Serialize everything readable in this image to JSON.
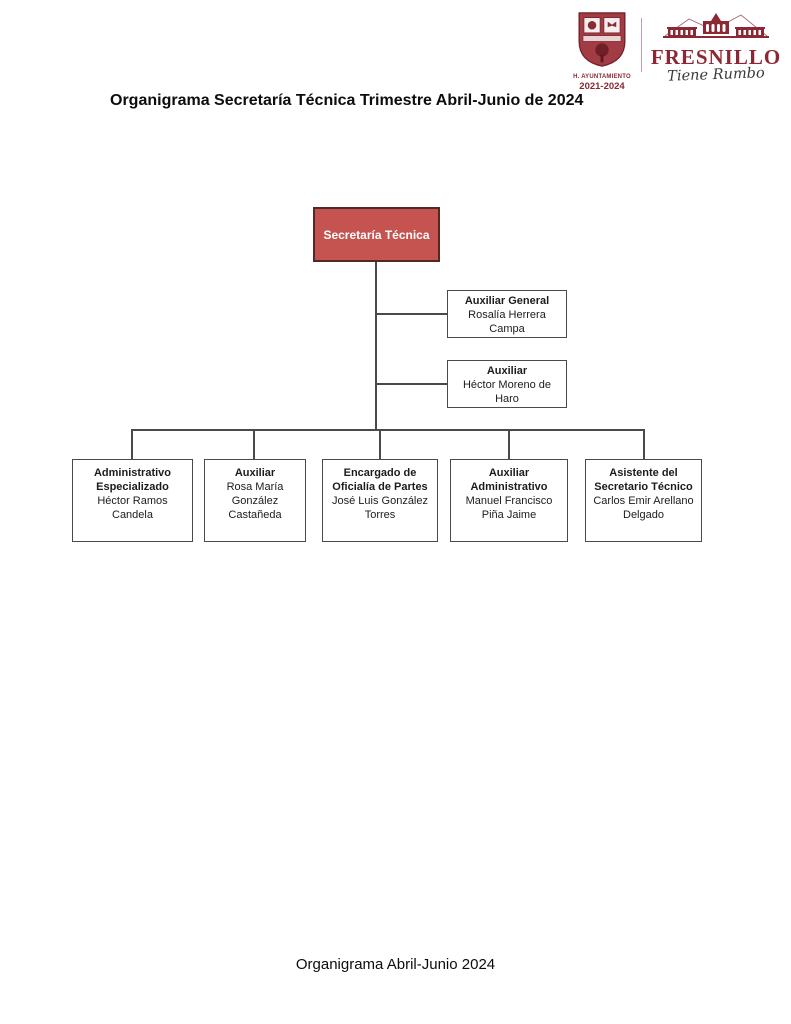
{
  "colors": {
    "maroon": "#8c2733",
    "node-red": "#c5534f",
    "node-red-border": "#4f2b28",
    "line": "#4a4a4a"
  },
  "header": {
    "crest": {
      "org": "H. AYUNTAMIENTO",
      "years": "2021-2024"
    },
    "brand": {
      "name": "FRESNILLO",
      "tagline": "Tiene Rumbo"
    }
  },
  "page": {
    "title": "Organigrama Secretaría Técnica Trimestre Abril-Junio de 2024",
    "footer": "Organigrama Abril-Junio 2024"
  },
  "org": {
    "root": {
      "title": "Secretaría Técnica"
    },
    "staff": [
      {
        "title": "Auxiliar General",
        "name": "Rosalía Herrera Campa"
      },
      {
        "title": "Auxiliar",
        "name": "Héctor Moreno de Haro"
      }
    ],
    "children": [
      {
        "title": "Administrativo Especializado",
        "name": "Héctor Ramos Candela"
      },
      {
        "title": "Auxiliar",
        "name": "Rosa María González Castañeda"
      },
      {
        "title": "Encargado de Oficialía de Partes",
        "name": "José Luis González Torres"
      },
      {
        "title": "Auxiliar Administrativo",
        "name": "Manuel Francisco Piña Jaime"
      },
      {
        "title": "Asistente del Secretario Técnico",
        "name": "Carlos Emir Arellano Delgado"
      }
    ]
  }
}
